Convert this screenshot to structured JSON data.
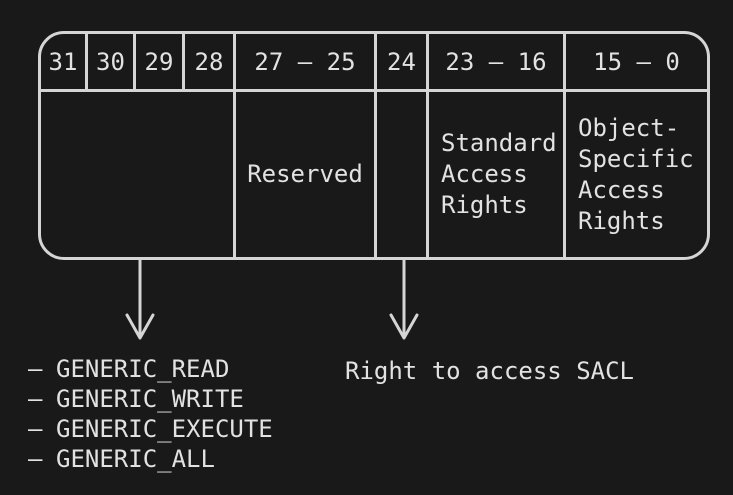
{
  "meta": {
    "background_color": "#191919",
    "line_color": "#d5d5d5",
    "text_color": "#e2e2e2"
  },
  "bitfield": {
    "columns": [
      {
        "range": "31"
      },
      {
        "range": "30"
      },
      {
        "range": "29"
      },
      {
        "range": "28"
      },
      {
        "range": "27 – 25"
      },
      {
        "range": "24"
      },
      {
        "range": "23 – 16"
      },
      {
        "range": "15 – 0"
      }
    ],
    "cells": {
      "bits_31_28": "",
      "bits_27_25": "Reserved",
      "bit_24": "",
      "bits_23_16": "Standard\nAccess\nRights",
      "bits_15_0": "Object-\nSpecific\nAccess\nRights"
    }
  },
  "annotations": {
    "generic_rights": {
      "bullet": "–",
      "items": [
        "GENERIC_READ",
        "GENERIC_WRITE",
        "GENERIC_EXECUTE",
        "GENERIC_ALL"
      ]
    },
    "sacl": "Right to access SACL"
  }
}
